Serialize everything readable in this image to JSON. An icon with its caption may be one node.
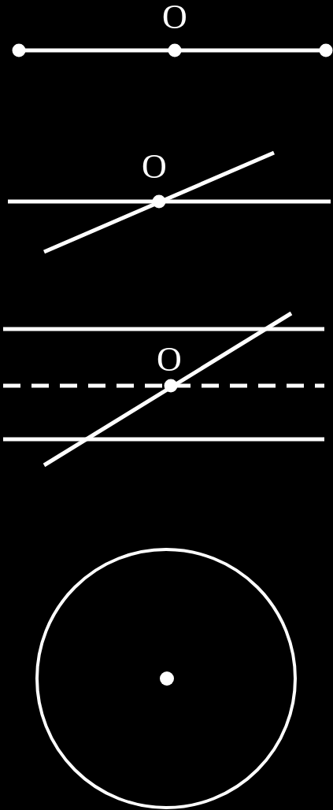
{
  "diagram": {
    "labels": [
      "O",
      "O",
      "O"
    ]
  }
}
